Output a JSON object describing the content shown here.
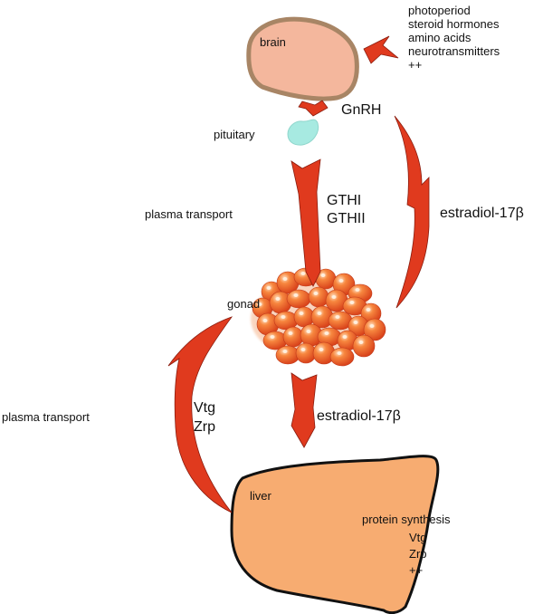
{
  "organs": {
    "brain": "brain",
    "pituitary": "pituitary",
    "gonad": "gonad",
    "liver": "liver"
  },
  "inputs": [
    "photoperiod",
    "steroid hormones",
    "amino acids",
    "neurotransmitters",
    "++"
  ],
  "hormones": {
    "gnrh": "GnRH",
    "gth": [
      "GTHI",
      "GTHII"
    ],
    "estradiol_feedback": "estradiol-17β",
    "estradiol_liver": "estradiol-17β"
  },
  "transport": {
    "pituitary_to_gonad": "plasma transport",
    "liver_to_gonad": "plasma transport"
  },
  "liver_products": [
    "Vtg",
    "Zrp"
  ],
  "liver_notes": [
    "protein synthesis",
    "Vtg",
    "Zrp",
    "++"
  ],
  "colors": {
    "brain": "#f4b79d",
    "brain_outline": "#a88565",
    "pituitary": "#a7eae1",
    "liver": "#f7ac71",
    "arrow": "#e03a1e",
    "gonad": "#e8571f"
  }
}
